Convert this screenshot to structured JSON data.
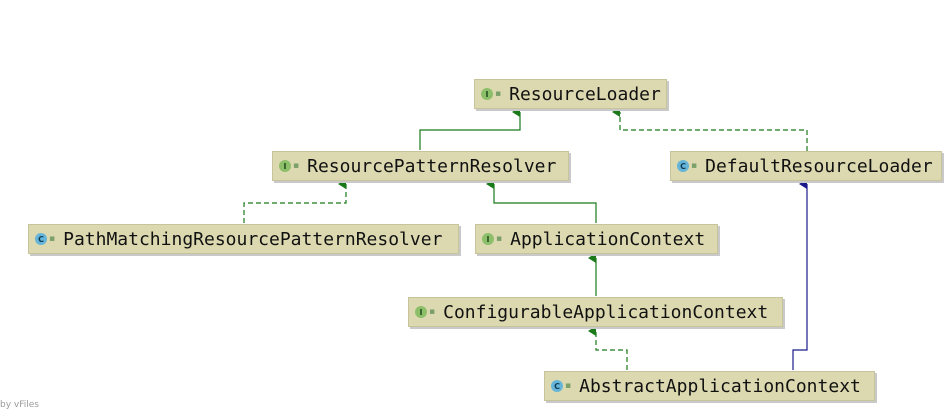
{
  "nodes": {
    "resource_loader": {
      "label": "ResourceLoader",
      "kind": "interface",
      "badge": "I"
    },
    "resource_pattern_resolver": {
      "label": "ResourcePatternResolver",
      "kind": "interface",
      "badge": "I"
    },
    "default_resource_loader": {
      "label": "DefaultResourceLoader",
      "kind": "class",
      "badge": "C"
    },
    "path_matching_resolver": {
      "label": "PathMatchingResourcePatternResolver",
      "kind": "class",
      "badge": "C"
    },
    "application_context": {
      "label": "ApplicationContext",
      "kind": "interface",
      "badge": "I"
    },
    "configurable_application_context": {
      "label": "ConfigurableApplicationContext",
      "kind": "interface",
      "badge": "I"
    },
    "abstract_application_context": {
      "label": "AbstractApplicationContext",
      "kind": "class",
      "badge": "C"
    }
  },
  "edges": [
    {
      "from": "resource_pattern_resolver",
      "to": "resource_loader",
      "type": "extends",
      "color": "#1a7a1a"
    },
    {
      "from": "default_resource_loader",
      "to": "resource_loader",
      "type": "implements",
      "color": "#1a7a1a"
    },
    {
      "from": "path_matching_resolver",
      "to": "resource_pattern_resolver",
      "type": "implements",
      "color": "#1a7a1a"
    },
    {
      "from": "application_context",
      "to": "resource_pattern_resolver",
      "type": "extends",
      "color": "#1a7a1a"
    },
    {
      "from": "configurable_application_context",
      "to": "application_context",
      "type": "extends",
      "color": "#1a7a1a"
    },
    {
      "from": "abstract_application_context",
      "to": "configurable_application_context",
      "type": "implements",
      "color": "#1a7a1a"
    },
    {
      "from": "abstract_application_context",
      "to": "default_resource_loader",
      "type": "extends",
      "color": "#1a1a8a"
    }
  ],
  "modifier_icon": "lock-icon",
  "watermark": "by vFiles"
}
